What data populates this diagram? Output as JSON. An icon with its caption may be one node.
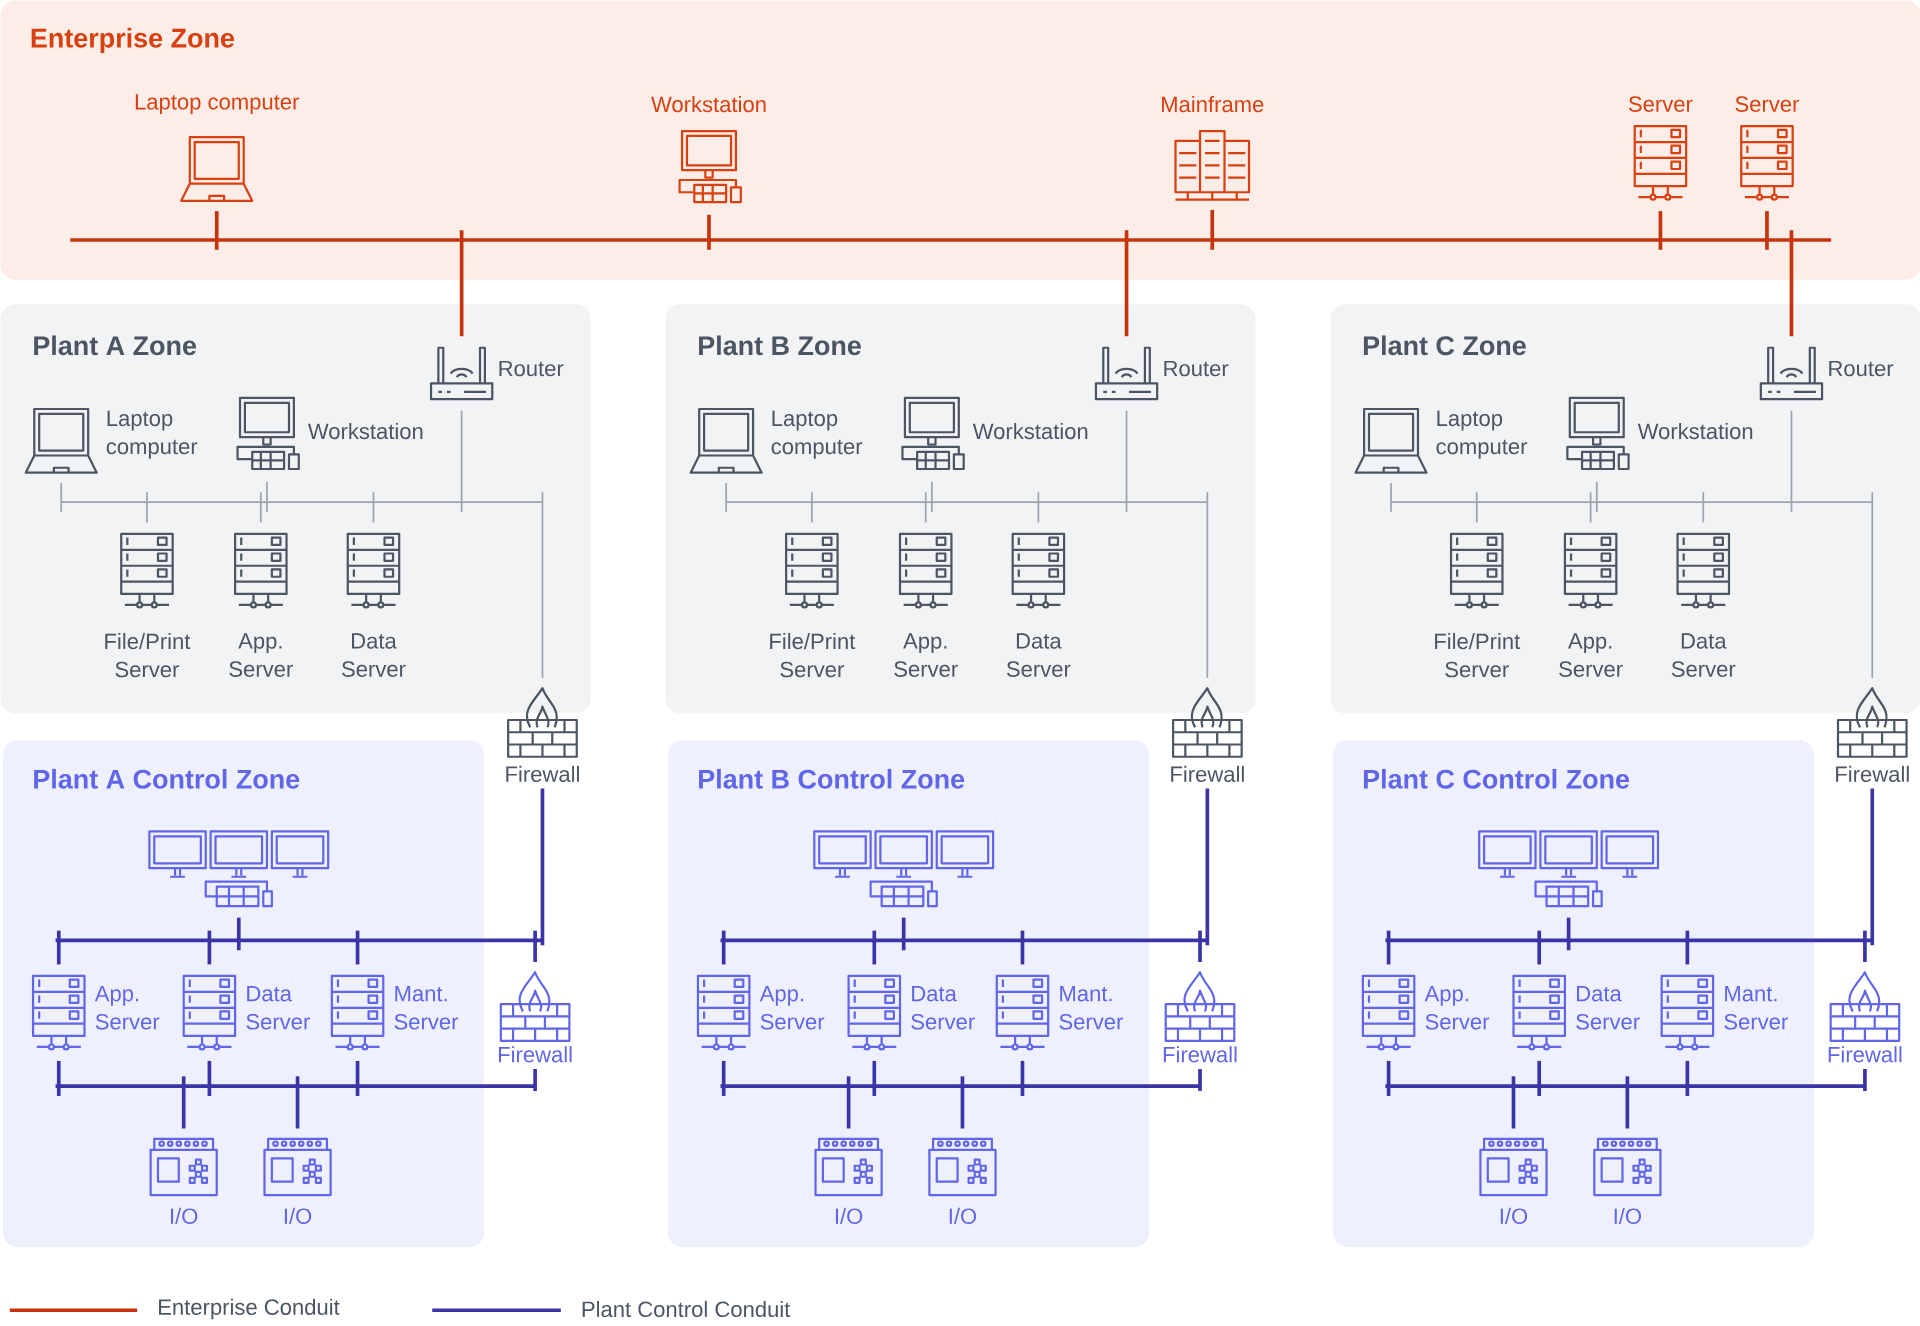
{
  "diagram": {
    "nodes": [
      {
        "text": [
          "Enterprise Zone"
        ]
      },
      {
        "text": [
          "Laptop computer"
        ],
        "in": 0
      },
      {
        "text": [
          "Workstation"
        ],
        "in": 0
      },
      {
        "text": [
          "Mainframe"
        ],
        "in": 0
      },
      {
        "text": [
          "Server"
        ],
        "in": 0
      },
      {
        "text": [
          "Server"
        ],
        "in": 0
      },
      {
        "text": [],
        "shape": "bar",
        "in": 0
      },
      {
        "text": [
          "Plant A Zone"
        ]
      },
      {
        "text": [
          "Router"
        ],
        "in": 7
      },
      {
        "text": [
          "Laptop computer"
        ],
        "in": 7
      },
      {
        "text": [
          "Workstation"
        ],
        "in": 7
      },
      {
        "text": [
          "File/Print Server"
        ],
        "in": 7
      },
      {
        "text": [
          "App. Server"
        ],
        "in": 7
      },
      {
        "text": [
          "Data Server"
        ],
        "in": 7
      },
      {
        "text": [],
        "shape": "bar",
        "in": 7
      },
      {
        "text": [
          "Firewall"
        ]
      },
      {
        "text": [
          "Plant A Control Zone"
        ]
      },
      {
        "text": [],
        "shape": "picture",
        "in": 16
      },
      {
        "text": [
          "App. Server"
        ],
        "in": 16
      },
      {
        "text": [
          "Data Server"
        ],
        "in": 16
      },
      {
        "text": [
          "Mant. Server"
        ],
        "in": 16
      },
      {
        "text": [],
        "shape": "bar"
      },
      {
        "text": [
          "Firewall"
        ]
      },
      {
        "text": [],
        "shape": "bar"
      },
      {
        "text": [
          "I/O"
        ],
        "in": 16
      },
      {
        "text": [
          "I/O"
        ],
        "in": 16
      },
      {
        "text": [
          "Plant B Zone"
        ]
      },
      {
        "text": [
          "Router"
        ],
        "in": 26
      },
      {
        "text": [
          "Laptop computer"
        ],
        "in": 26
      },
      {
        "text": [
          "Workstation"
        ],
        "in": 26
      },
      {
        "text": [
          "File/Print Server"
        ],
        "in": 26
      },
      {
        "text": [
          "App. Server"
        ],
        "in": 26
      },
      {
        "text": [
          "Data Server"
        ],
        "in": 26
      },
      {
        "text": [],
        "shape": "bar",
        "in": 26
      },
      {
        "text": [
          "Firewall"
        ]
      },
      {
        "text": [
          "Plant B Control Zone"
        ]
      },
      {
        "text": [],
        "shape": "picture",
        "in": 35
      },
      {
        "text": [
          "App. Server"
        ],
        "in": 35
      },
      {
        "text": [
          "Data Server"
        ],
        "in": 35
      },
      {
        "text": [
          "Mant. Server"
        ],
        "in": 35
      },
      {
        "text": [],
        "shape": "bar"
      },
      {
        "text": [
          "Firewall"
        ]
      },
      {
        "text": [],
        "shape": "bar"
      },
      {
        "text": [
          "I/O"
        ],
        "in": 35
      },
      {
        "text": [
          "I/O"
        ],
        "in": 35
      },
      {
        "text": [
          "Plant C Zone"
        ]
      },
      {
        "text": [
          "Router"
        ],
        "in": 45
      },
      {
        "text": [
          "Laptop computer"
        ],
        "in": 45
      },
      {
        "text": [
          "Workstation"
        ],
        "in": 45
      },
      {
        "text": [
          "File/Print Server"
        ],
        "in": 45
      },
      {
        "text": [
          "App. Server"
        ],
        "in": 45
      },
      {
        "text": [
          "Data Server"
        ],
        "in": 45
      },
      {
        "text": [],
        "shape": "bar",
        "in": 45
      },
      {
        "text": [
          "Firewall"
        ]
      },
      {
        "text": [
          "Plant C Control Zone"
        ]
      },
      {
        "text": [],
        "shape": "picture",
        "in": 54
      },
      {
        "text": [
          "App. Server"
        ],
        "in": 54
      },
      {
        "text": [
          "Data Server"
        ],
        "in": 54
      },
      {
        "text": [
          "Mant. Server"
        ],
        "in": 54
      },
      {
        "text": [],
        "shape": "bar"
      },
      {
        "text": [
          "Firewall"
        ]
      },
      {
        "text": [],
        "shape": "bar"
      },
      {
        "text": [
          "I/O"
        ],
        "in": 54
      },
      {
        "text": [
          "I/O"
        ],
        "in": 54
      }
    ],
    "edges": [
      {
        "from": 1,
        "to": 6,
        "arrow": "none",
        "color": "#c7340b"
      },
      {
        "from": 2,
        "to": 6,
        "arrow": "none",
        "color": "#c7340b"
      },
      {
        "from": 3,
        "to": 6,
        "arrow": "none",
        "color": "#c7340b"
      },
      {
        "from": 4,
        "to": 6,
        "arrow": "none",
        "color": "#c7340b"
      },
      {
        "from": 5,
        "to": 6,
        "arrow": "none",
        "color": "#c7340b"
      },
      {
        "from": 6,
        "to": 8,
        "arrow": "none",
        "color": "#c7340b"
      },
      {
        "from": 6,
        "to": 27,
        "arrow": "none",
        "color": "#c7340b"
      },
      {
        "from": 6,
        "to": 46,
        "arrow": "none",
        "color": "#c7340b"
      },
      {
        "from": 8,
        "to": 14,
        "arrow": "none",
        "color": "#9ca3af"
      },
      {
        "from": 9,
        "to": 14,
        "arrow": "none",
        "color": "#9ca3af"
      },
      {
        "from": 10,
        "to": 14,
        "arrow": "none",
        "color": "#9ca3af"
      },
      {
        "from": 11,
        "to": 14,
        "arrow": "none",
        "color": "#9ca3af"
      },
      {
        "from": 12,
        "to": 14,
        "arrow": "none",
        "color": "#9ca3af"
      },
      {
        "from": 13,
        "to": 14,
        "arrow": "none",
        "color": "#9ca3af"
      },
      {
        "from": 14,
        "to": 15,
        "arrow": "none",
        "color": "#9ca3af"
      },
      {
        "from": 15,
        "to": 21,
        "arrow": "none"
      },
      {
        "from": 17,
        "to": 21,
        "arrow": "none"
      },
      {
        "from": 18,
        "to": 21,
        "arrow": "none"
      },
      {
        "from": 19,
        "to": 21,
        "arrow": "none"
      },
      {
        "from": 20,
        "to": 21,
        "arrow": "none"
      },
      {
        "from": 22,
        "to": 21,
        "arrow": "none"
      },
      {
        "from": 18,
        "to": 23,
        "arrow": "none"
      },
      {
        "from": 19,
        "to": 23,
        "arrow": "none"
      },
      {
        "from": 20,
        "to": 23,
        "arrow": "none"
      },
      {
        "from": 22,
        "to": 23,
        "arrow": "none"
      },
      {
        "from": 24,
        "to": 23,
        "arrow": "none"
      },
      {
        "from": 25,
        "to": 23,
        "arrow": "none"
      },
      {
        "from": 27,
        "to": 33,
        "arrow": "none",
        "color": "#9ca3af"
      },
      {
        "from": 28,
        "to": 33,
        "arrow": "none",
        "color": "#9ca3af"
      },
      {
        "from": 29,
        "to": 33,
        "arrow": "none",
        "color": "#9ca3af"
      },
      {
        "from": 30,
        "to": 33,
        "arrow": "none",
        "color": "#9ca3af"
      },
      {
        "from": 31,
        "to": 33,
        "arrow": "none",
        "color": "#9ca3af"
      },
      {
        "from": 32,
        "to": 33,
        "arrow": "none",
        "color": "#9ca3af"
      },
      {
        "from": 33,
        "to": 34,
        "arrow": "none",
        "color": "#9ca3af"
      },
      {
        "from": 34,
        "to": 40,
        "arrow": "none"
      },
      {
        "from": 36,
        "to": 40,
        "arrow": "none"
      },
      {
        "from": 37,
        "to": 40,
        "arrow": "none"
      },
      {
        "from": 38,
        "to": 40,
        "arrow": "none"
      },
      {
        "from": 39,
        "to": 40,
        "arrow": "none"
      },
      {
        "from": 41,
        "to": 40,
        "arrow": "none"
      },
      {
        "from": 37,
        "to": 42,
        "arrow": "none"
      },
      {
        "from": 38,
        "to": 42,
        "arrow": "none"
      },
      {
        "from": 39,
        "to": 42,
        "arrow": "none"
      },
      {
        "from": 41,
        "to": 42,
        "arrow": "none"
      },
      {
        "from": 43,
        "to": 42,
        "arrow": "none"
      },
      {
        "from": 44,
        "to": 42,
        "arrow": "none"
      },
      {
        "from": 46,
        "to": 52,
        "arrow": "none",
        "color": "#9ca3af"
      },
      {
        "from": 47,
        "to": 52,
        "arrow": "none",
        "color": "#9ca3af"
      },
      {
        "from": 48,
        "to": 52,
        "arrow": "none",
        "color": "#9ca3af"
      },
      {
        "from": 49,
        "to": 52,
        "arrow": "none",
        "color": "#9ca3af"
      },
      {
        "from": 50,
        "to": 52,
        "arrow": "none",
        "color": "#9ca3af"
      },
      {
        "from": 51,
        "to": 52,
        "arrow": "none",
        "color": "#9ca3af"
      },
      {
        "from": 52,
        "to": 53,
        "arrow": "none",
        "color": "#9ca3af"
      },
      {
        "from": 53,
        "to": 59,
        "arrow": "none"
      },
      {
        "from": 55,
        "to": 59,
        "arrow": "none"
      },
      {
        "from": 56,
        "to": 59,
        "arrow": "none"
      },
      {
        "from": 57,
        "to": 59,
        "arrow": "none"
      },
      {
        "from": 58,
        "to": 59,
        "arrow": "none"
      },
      {
        "from": 60,
        "to": 59,
        "arrow": "none"
      },
      {
        "from": 56,
        "to": 61,
        "arrow": "none"
      },
      {
        "from": 57,
        "to": 61,
        "arrow": "none"
      },
      {
        "from": 58,
        "to": 61,
        "arrow": "none"
      },
      {
        "from": 60,
        "to": 61,
        "arrow": "none"
      },
      {
        "from": 62,
        "to": 61,
        "arrow": "none"
      },
      {
        "from": 63,
        "to": 61,
        "arrow": "none"
      }
    ],
    "legend": [
      {
        "text": "Enterprise Conduit"
      },
      {
        "text": "Plant Control Conduit"
      }
    ]
  }
}
